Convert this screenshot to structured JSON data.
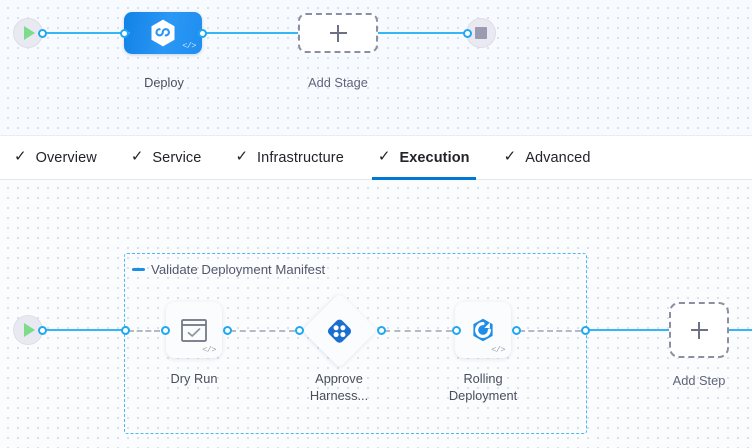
{
  "pipeline": {
    "start_node": {
      "icon": "play-icon",
      "label": ""
    },
    "end_node": {
      "icon": "stop-icon",
      "label": ""
    },
    "stages": [
      {
        "id": "deploy",
        "label": "Deploy",
        "icon": "harness-hexagon-icon",
        "badge": "</>",
        "type": "stage",
        "state": "selected"
      },
      {
        "id": "add-stage",
        "label": "Add Stage",
        "icon": "plus-icon",
        "type": "add-placeholder"
      }
    ]
  },
  "tabs": [
    {
      "id": "overview",
      "label": "Overview",
      "icon": "check-icon",
      "active": false
    },
    {
      "id": "service",
      "label": "Service",
      "icon": "check-icon",
      "active": false
    },
    {
      "id": "infrastructure",
      "label": "Infrastructure",
      "icon": "check-icon",
      "active": false
    },
    {
      "id": "execution",
      "label": "Execution",
      "icon": "check-icon",
      "active": true
    },
    {
      "id": "advanced",
      "label": "Advanced",
      "icon": "check-icon",
      "active": false
    }
  ],
  "execution": {
    "start_node": {
      "icon": "play-icon"
    },
    "step_group": {
      "title": "Validate Deployment Manifest",
      "collapse_icon": "minus-icon",
      "steps": [
        {
          "id": "dry-run",
          "label": "Dry Run",
          "icon": "checkbox-card-icon",
          "badge": "</>",
          "shape": "rounded-square"
        },
        {
          "id": "approve-harness",
          "label": "Approve\nHarness...",
          "icon": "harness-approval-diamond-icon",
          "shape": "diamond"
        },
        {
          "id": "rolling-deployment",
          "label": "Rolling\nDeployment",
          "icon": "rolling-deployment-icon",
          "badge": "</>",
          "shape": "rounded-square"
        }
      ]
    },
    "add_step": {
      "label": "Add Step",
      "icon": "plus-icon"
    }
  },
  "colors": {
    "accent_blue": "#0278d5",
    "connector_blue": "#36b6f5",
    "stage_blue": "#1f8ef0",
    "group_border": "#4db9f0",
    "dashed_grey": "#8b8fa3",
    "play_green": "#7ddc8a",
    "stop_grey": "#9a9ab0"
  }
}
